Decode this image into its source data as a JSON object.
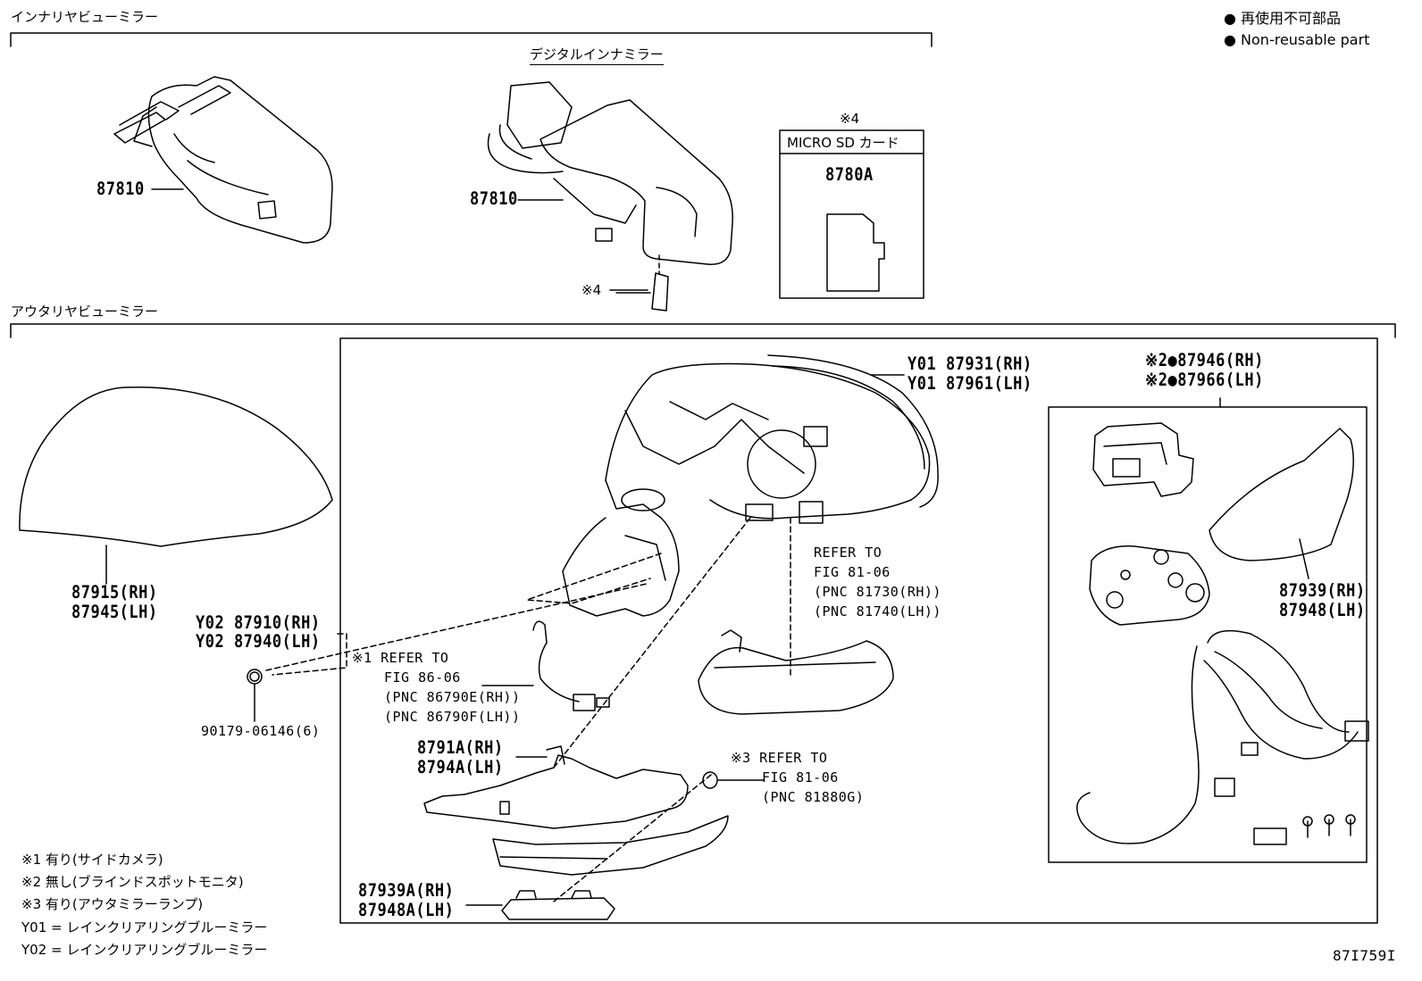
{
  "sections": {
    "inner_mirror": "インナリヤビューミラー",
    "digital_inner_mirror": "デジタルインナミラー",
    "outer_mirror": "アウタリヤビューミラー"
  },
  "legend": {
    "ja": "● 再使用不可部品",
    "en": "● Non-reusable part"
  },
  "sd_box": {
    "note": "※4",
    "title": "MICRO SD カード",
    "part": "8780A"
  },
  "labels": {
    "p87810_a": "87810",
    "p87810_b": "87810",
    "note4": "※4",
    "cover_rh": "87915(RH)",
    "cover_lh": "87945(LH)",
    "y02_rh": "Y02 87910(RH)",
    "y02_lh": "Y02 87940(LH)",
    "clip": "90179-06146(6)",
    "y01_rh": "Y01 87931(RH)",
    "y01_lh": "Y01 87961(LH)",
    "n2_rh": "※2●87946(RH)",
    "n2_lh": "※2●87966(LH)",
    "p87939_rh": "87939(RH)",
    "p87948_lh": "87948(LH)",
    "p8791a": "8791A(RH)",
    "p8794a": "8794A(LH)",
    "p87939a": "87939A(RH)",
    "p87948a": "87948A(LH)"
  },
  "refs": {
    "ref1": [
      "※1 REFER TO",
      "FIG 86-06",
      "(PNC 86790E(RH))",
      "(PNC 86790F(LH))"
    ],
    "ref_mid": [
      "REFER TO",
      "FIG 81-06",
      "(PNC 81730(RH))",
      "(PNC 81740(LH))"
    ],
    "ref3": [
      "※3 REFER TO",
      "FIG 81-06",
      "(PNC 81880G)"
    ]
  },
  "notes": [
    "※1 有り(サイドカメラ)",
    "※2 無し(ブラインドスポットモニタ)",
    "※3 有り(アウタミラーランプ)",
    "Y01 = レインクリアリングブルーミラー",
    "Y02 = レインクリアリングブルーミラー"
  ],
  "figure_id": "87I759I"
}
